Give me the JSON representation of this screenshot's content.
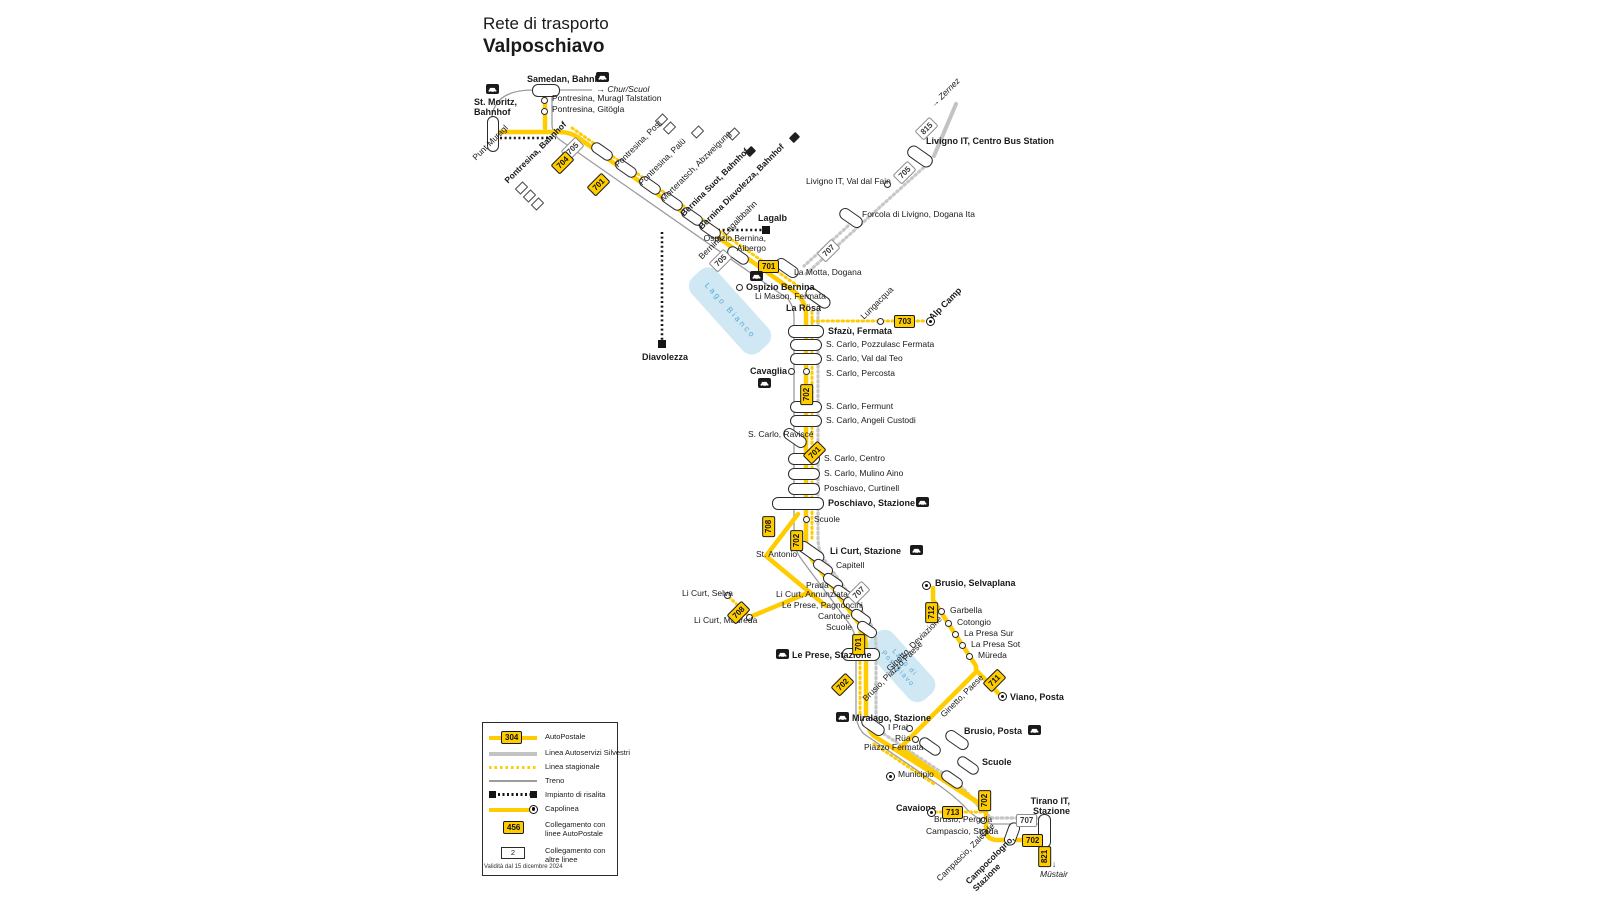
{
  "title": {
    "line1": "Rete di trasporto",
    "line2": "Valposchiavo"
  },
  "colors": {
    "postauto_yellow": "#ffcc00",
    "silvestri_gray": "#c3c3c3",
    "rail_gray": "#9c9c9c",
    "lake_blue": "#cfe8f4",
    "lake_text": "#58a8d8",
    "ink": "#1a1a1a"
  },
  "map": {
    "stations": {
      "samedan": {
        "label": "Samedan, Bahnhof"
      },
      "chur": {
        "dir": "→",
        "label": "Chur/Scuol"
      },
      "muragl": {
        "label": "Pontresina, Muragl Talstation"
      },
      "gitogla": {
        "label": "Pontresina, Gitögla"
      },
      "stmoritz": {
        "l1": "St. Moritz,",
        "l2": "Bahnhof"
      },
      "punt_muragl": {
        "label": "Punt Muragl"
      },
      "pontresina_bf": {
        "label": "Pontresina, Bahnhof"
      },
      "pontresina_post": {
        "label": "Pontresina, Post"
      },
      "pontresina_palu": {
        "label": "Pontresina, Palü"
      },
      "morteratsch": {
        "label": "Morteratsch, Abzweigung"
      },
      "bernina_suot": {
        "label": "Bernina Suot, Bahnhof"
      },
      "bernina_diav": {
        "label": "Bernina Diavolezza, Bahnhof"
      },
      "lagalbbahn": {
        "label": "Bernina, Lagalbbahn"
      },
      "lagalb": {
        "label": "Lagalb"
      },
      "diavolezza": {
        "label": "Diavolezza"
      },
      "ospizio_albergo": {
        "l1": "Ospizio Bernina,",
        "l2": "Albergo"
      },
      "la_motta": {
        "label": "La Motta, Dogana"
      },
      "ospizio": {
        "label": "Ospizio Bernina"
      },
      "li_mason": {
        "label": "Li Mason, Fermata"
      },
      "la_rosa": {
        "label": "La Rösa"
      },
      "zernez": {
        "dir": "→",
        "label": "Zernez"
      },
      "livigno_centro": {
        "label": "Livigno IT, Centro Bus Station"
      },
      "val_dal_fain": {
        "label": "Livigno IT, Val dal Fain"
      },
      "forcola": {
        "label": "Forcola di Livigno, Dogana Ita"
      },
      "lungacqua": {
        "label": "Lungacqua"
      },
      "alp_camp": {
        "label": "Alp Camp"
      },
      "sfazu": {
        "label": "Sfazù, Fermata"
      },
      "pozzulasc": {
        "label": "S. Carlo, Pozzulasc Fermata"
      },
      "val_dal_teo": {
        "label": "S. Carlo, Val dal Teo"
      },
      "percosta": {
        "label": "S. Carlo, Percosta"
      },
      "cavaglia": {
        "label": "Cavaglia"
      },
      "fermunt": {
        "label": "S. Carlo, Fermunt"
      },
      "angeli": {
        "label": "S. Carlo, Angeli Custodi"
      },
      "ravisce": {
        "label": "S. Carlo, Raviscé"
      },
      "centro": {
        "label": "S. Carlo, Centro"
      },
      "mulino": {
        "label": "S. Carlo, Mulino Aino"
      },
      "curtinell": {
        "label": "Poschiavo, Curtinell"
      },
      "poschiavo": {
        "label": "Poschiavo, Stazione"
      },
      "scuole_po": {
        "label": "Scuole"
      },
      "st_antonio": {
        "label": "St. Antonio"
      },
      "li_curt": {
        "label": "Li Curt, Stazione"
      },
      "capitell": {
        "label": "Capitell"
      },
      "prada": {
        "label": "Prada"
      },
      "annunziata": {
        "label": "Li Curt, Annunziata"
      },
      "pagnoncini": {
        "label": "Le Prese, Pagnoncini"
      },
      "cantone": {
        "label": "Cantone"
      },
      "scuole_lp": {
        "label": "Scuole"
      },
      "selva": {
        "label": "Li Curt, Selva"
      },
      "madreda": {
        "label": "Li Curt, Madreda"
      },
      "le_prese": {
        "label": "Le Prese, Stazione"
      },
      "selvaplana": {
        "label": "Brusio, Selvaplana"
      },
      "garbella": {
        "label": "Garbella"
      },
      "cotongio": {
        "label": "Cotongio"
      },
      "presa_sur": {
        "label": "La Presa Sur"
      },
      "presa_sot": {
        "label": "La Presa Sot"
      },
      "mureda": {
        "label": "Müreda"
      },
      "ginetto_dev": {
        "label": "Ginetto, Deviazione"
      },
      "piazzo_paese": {
        "label": "Brusio, Piazzo Paese"
      },
      "ginetto_paese": {
        "label": "Ginetto, Paese"
      },
      "viano": {
        "label": "Viano, Posta"
      },
      "miralago": {
        "label": "Miralago, Stazione"
      },
      "i_prai": {
        "label": "I Prai"
      },
      "rua": {
        "label": "Rüa"
      },
      "piazzo_fermata": {
        "label": "Piazzo Fermata"
      },
      "brusio_posta": {
        "label": "Brusio, Posta"
      },
      "scuole_br": {
        "label": "Scuole"
      },
      "municipio": {
        "label": "Municipio"
      },
      "cavaione": {
        "label": "Cavaione"
      },
      "pergola": {
        "label": "Brusio, Pergola"
      },
      "campascio_strada": {
        "label": "Campascio, Strada"
      },
      "zalende": {
        "label": "Campascio, Zalende"
      },
      "campocologno": {
        "l1": "Campocologno,",
        "l2": "Stazione"
      },
      "tirano": {
        "l1": "Tirano IT,",
        "l2": "Stazione"
      },
      "mustair": {
        "dir": "↓",
        "label": "Müstair"
      }
    },
    "lakes": {
      "bianco": {
        "label": "Lago Bianco"
      },
      "poschiavo": {
        "l1": "Lago di",
        "l2": "Poschiavo"
      }
    },
    "badges": {
      "b705a": {
        "line": "705"
      },
      "b704": {
        "line": "704"
      },
      "b701a": {
        "line": "701"
      },
      "b705b": {
        "line": "705"
      },
      "b701b": {
        "line": "701"
      },
      "b707a": {
        "line": "707"
      },
      "b815": {
        "line": "815"
      },
      "b705c": {
        "line": "705"
      },
      "b703": {
        "line": "703"
      },
      "b702a": {
        "line": "702"
      },
      "b701c": {
        "line": "701"
      },
      "b708a": {
        "line": "708"
      },
      "b702b": {
        "line": "702"
      },
      "b707b": {
        "line": "707"
      },
      "b708b": {
        "line": "708"
      },
      "b701d": {
        "line": "701"
      },
      "b712": {
        "line": "712"
      },
      "b711": {
        "line": "711"
      },
      "b702c": {
        "line": "702"
      },
      "b713": {
        "line": "713"
      },
      "b702d": {
        "line": "702"
      },
      "b707c": {
        "line": "707"
      },
      "b702e": {
        "line": "702"
      },
      "b821": {
        "line": "821"
      }
    }
  },
  "legend": {
    "items": [
      {
        "badge": "304",
        "label": "AutoPostale"
      },
      {
        "label": "Linea Autoservizi Silvestri"
      },
      {
        "label": "Linea stagionale"
      },
      {
        "label": "Treno"
      },
      {
        "label": "Impianto di risalita"
      },
      {
        "label": "Capolinea"
      },
      {
        "badge": "456",
        "label1": "Collegamento con",
        "label2": "linee AutoPostale"
      },
      {
        "badge": "2",
        "label1": "Collegamento con",
        "label2": "altre linee"
      }
    ],
    "validity": "Validità dal 15 dicembre 2024"
  }
}
